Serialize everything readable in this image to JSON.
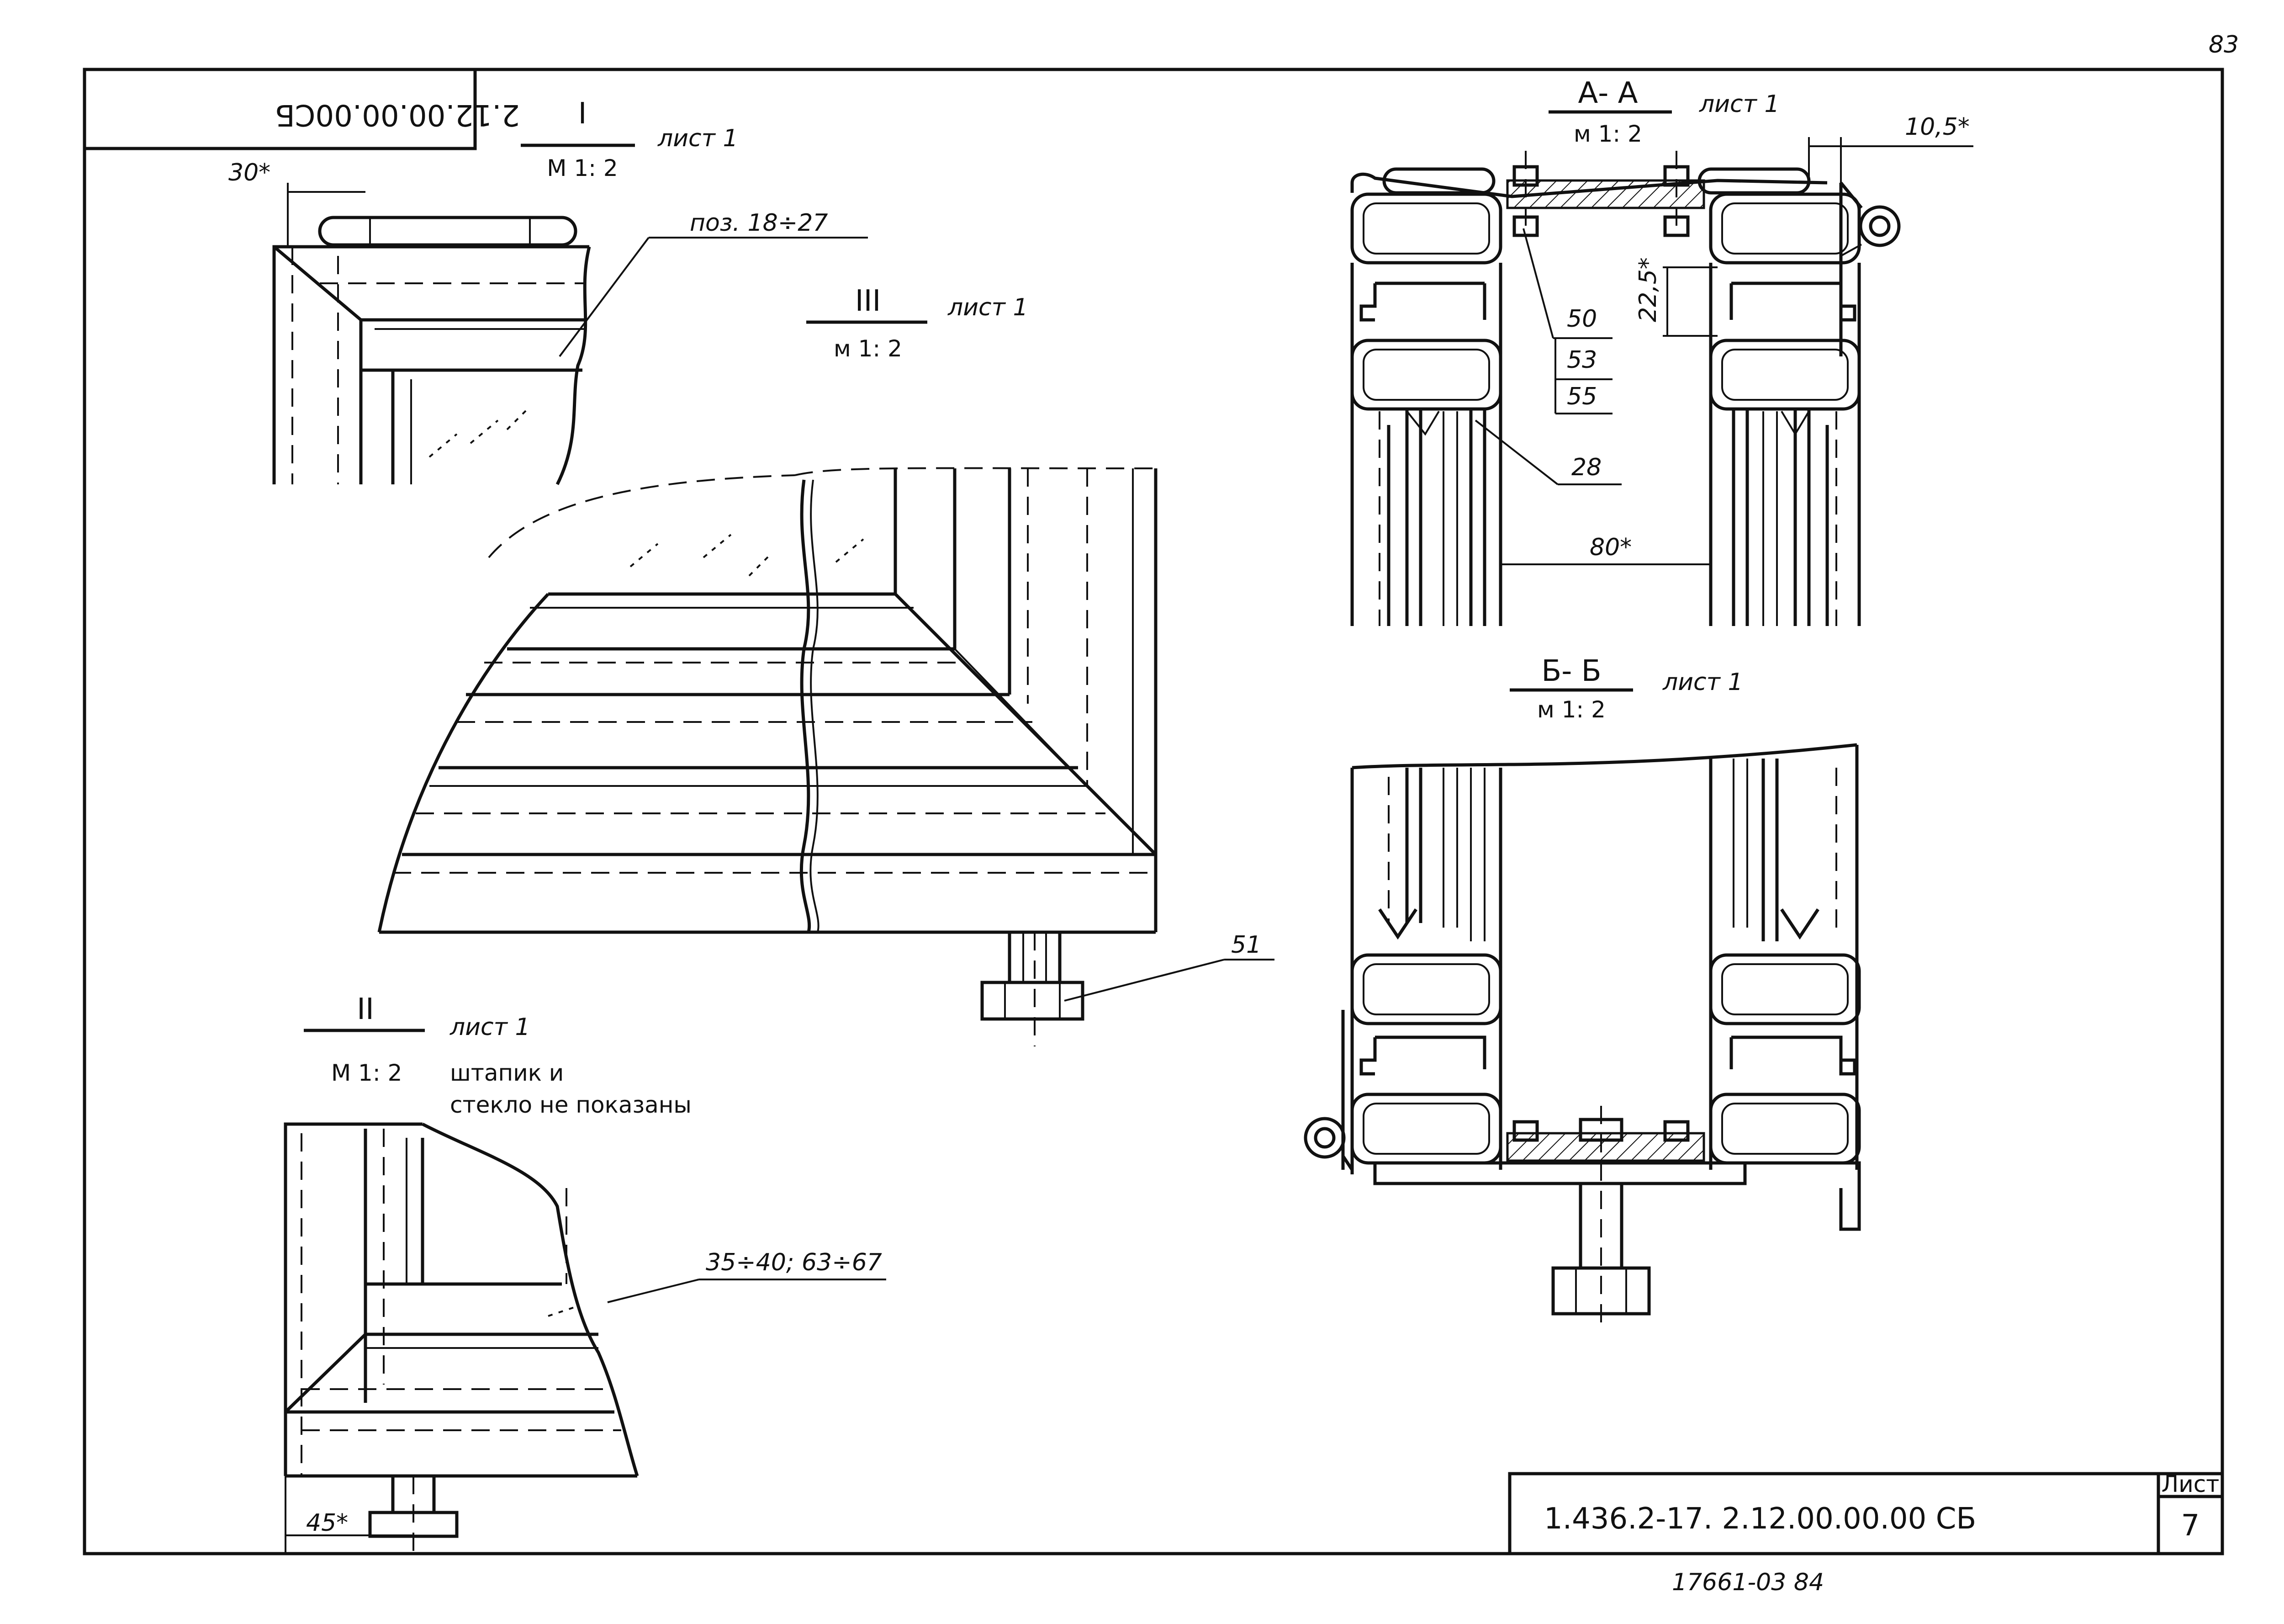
{
  "page_number": "83",
  "stamp_top_left": "2.12.00.00.00СБ",
  "views": {
    "view_I": {
      "title": "I",
      "scale": "М 1: 2",
      "sheet_ref": "лист 1",
      "dim_30": "30*",
      "callout_parts": "поз. 18÷27"
    },
    "view_III": {
      "title": "III",
      "scale": "м 1: 2",
      "sheet_ref": "лист 1",
      "callout_51": "51"
    },
    "view_II": {
      "title": "II",
      "scale": "М 1: 2",
      "sheet_ref": "лист 1",
      "note_line1": "штапик и",
      "note_line2": "стекло не показаны",
      "callout_parts": "35÷40; 63÷67",
      "dim_45": "45*"
    },
    "section_AA": {
      "title": "А- А",
      "scale": "м 1: 2",
      "sheet_ref": "лист 1",
      "dim_10_5": "10,5*",
      "dim_22_5": "22,5*",
      "callout_50": "50",
      "callout_53": "53",
      "callout_55": "55",
      "callout_28": "28",
      "dim_80": "80*"
    },
    "section_BB": {
      "title": "Б- Б",
      "scale": "м 1: 2",
      "sheet_ref": "лист 1"
    }
  },
  "title_block": {
    "doc_code": "1.436.2-17. 2.12.00.00.00 СБ",
    "sheet_label": "Лист",
    "sheet_number": "7"
  },
  "inventory_number": "17661-03  84"
}
